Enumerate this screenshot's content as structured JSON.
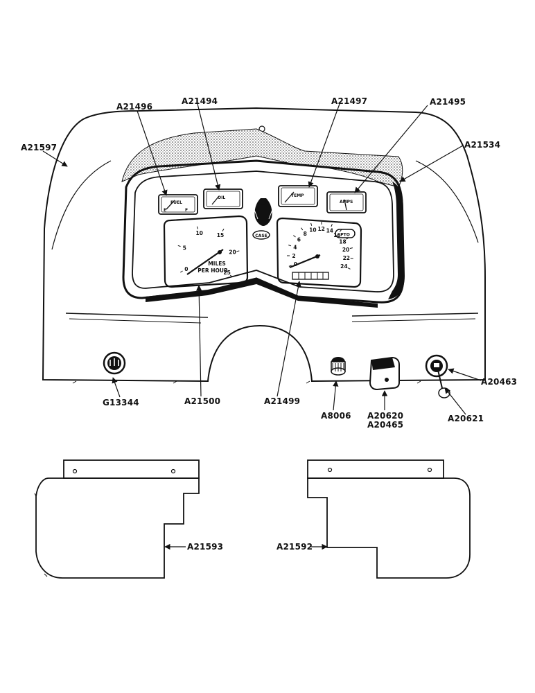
{
  "callouts": {
    "a21597": "A21597",
    "a21496": "A21496",
    "a21494": "A21494",
    "a21497": "A21497",
    "a21495": "A21495",
    "a21534": "A21534",
    "g13344": "G13344",
    "a21500": "A21500",
    "a21499": "A21499",
    "a8006": "A8006",
    "a20620": "A20620",
    "a20465": "A20465",
    "a20463": "A20463",
    "a20621": "A20621",
    "a21593": "A21593",
    "a21592": "A21592"
  },
  "gauges": {
    "fuel": "FUEL",
    "oil": "OIL",
    "temp": "TEMP",
    "amps": "AMPS"
  },
  "speedometer": {
    "ticks": [
      "0",
      "5",
      "10",
      "15",
      "20",
      "25"
    ],
    "label_line1": "MILES",
    "label_line2": "PER HOUR"
  },
  "tachometer": {
    "ticks": [
      "0",
      "2",
      "4",
      "6",
      "8",
      "10",
      "12",
      "14",
      "16",
      "18",
      "20",
      "22",
      "24"
    ],
    "badge": "PTO"
  },
  "badge": {
    "brand": "CASE"
  },
  "colors": {
    "ink": "#111111",
    "paper": "#ffffff"
  }
}
